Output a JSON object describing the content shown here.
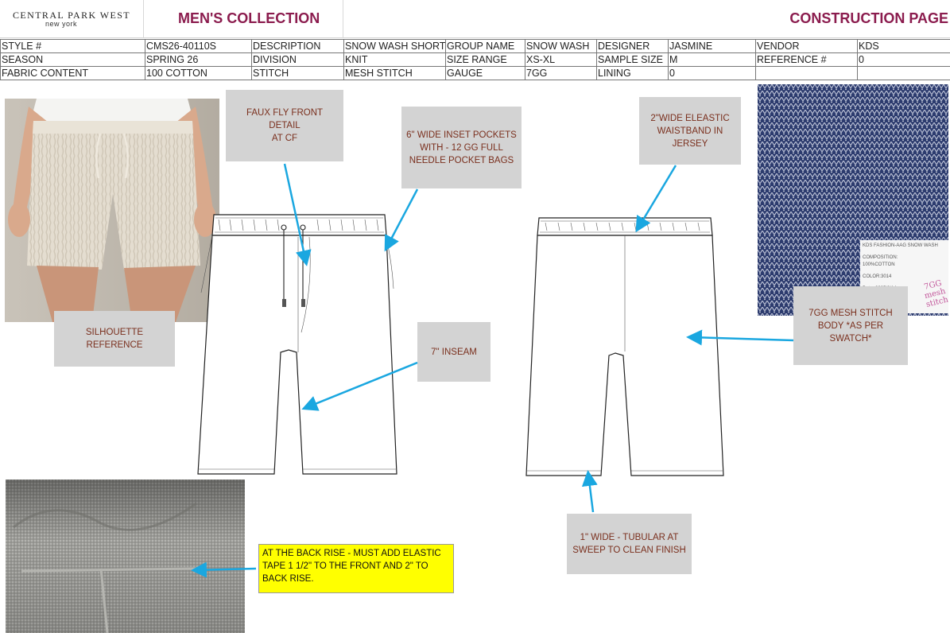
{
  "header": {
    "logo_main": "CENTRAL PARK WEST",
    "logo_sub": "new york",
    "collection": "MEN'S COLLECTION",
    "page_title": "CONSTRUCTION PAGE"
  },
  "spec": {
    "rows": [
      [
        "STYLE #",
        "CMS26-40110S",
        "DESCRIPTION",
        "SNOW WASH SHORT",
        "GROUP NAME",
        "SNOW WASH",
        "DESIGNER",
        "JASMINE",
        "VENDOR",
        "KDS"
      ],
      [
        "SEASON",
        "SPRING 26",
        "DIVISION",
        "KNIT",
        "SIZE RANGE",
        "XS-XL",
        "SAMPLE SIZE",
        "M",
        "REFERENCE #",
        "0"
      ],
      [
        "FABRIC CONTENT",
        "100 COTTON",
        "STITCH",
        "MESH STITCH",
        "GAUGE",
        "7GG",
        "LINING",
        "0",
        "",
        ""
      ]
    ]
  },
  "callouts": {
    "fly": [
      "FAUX FLY FRONT DETAIL",
      "AT CF"
    ],
    "pockets": [
      "6\" WIDE INSET POCKETS",
      "WITH - 12 GG FULL",
      "NEEDLE POCKET BAGS"
    ],
    "waistband": [
      "2\"WIDE ELEASTIC",
      "WAISTBAND IN",
      "JERSEY"
    ],
    "silhouette": [
      "SILHOUETTE REFERENCE"
    ],
    "inseam": [
      "7\" INSEAM"
    ],
    "body": [
      "7GG MESH STITCH",
      "BODY *AS PER",
      "SWATCH*"
    ],
    "sweep": [
      "1\" WIDE - TUBULAR AT",
      "SWEEP TO CLEAN FINISH"
    ]
  },
  "note": {
    "text": "AT THE BACK RISE - MUST ADD ELASTIC TAPE  1 1/2\" TO THE FRONT AND 2\" TO BACK RISE."
  },
  "swatch": {
    "label_lines": [
      "KDS FASHION-AAG SNOW WASH",
      "COMPOSITION:",
      "100%COTTON",
      "COLOR:3014",
      "Date: 2025/3/14"
    ],
    "handwriting": [
      "7GG",
      "mesh",
      "stitch"
    ]
  },
  "colors": {
    "accent": "#8b1c4e",
    "callout_bg": "#d3d3d3",
    "callout_text": "#7a2f1d",
    "arrow": "#1aa7e0",
    "note_bg": "#ffff00"
  }
}
